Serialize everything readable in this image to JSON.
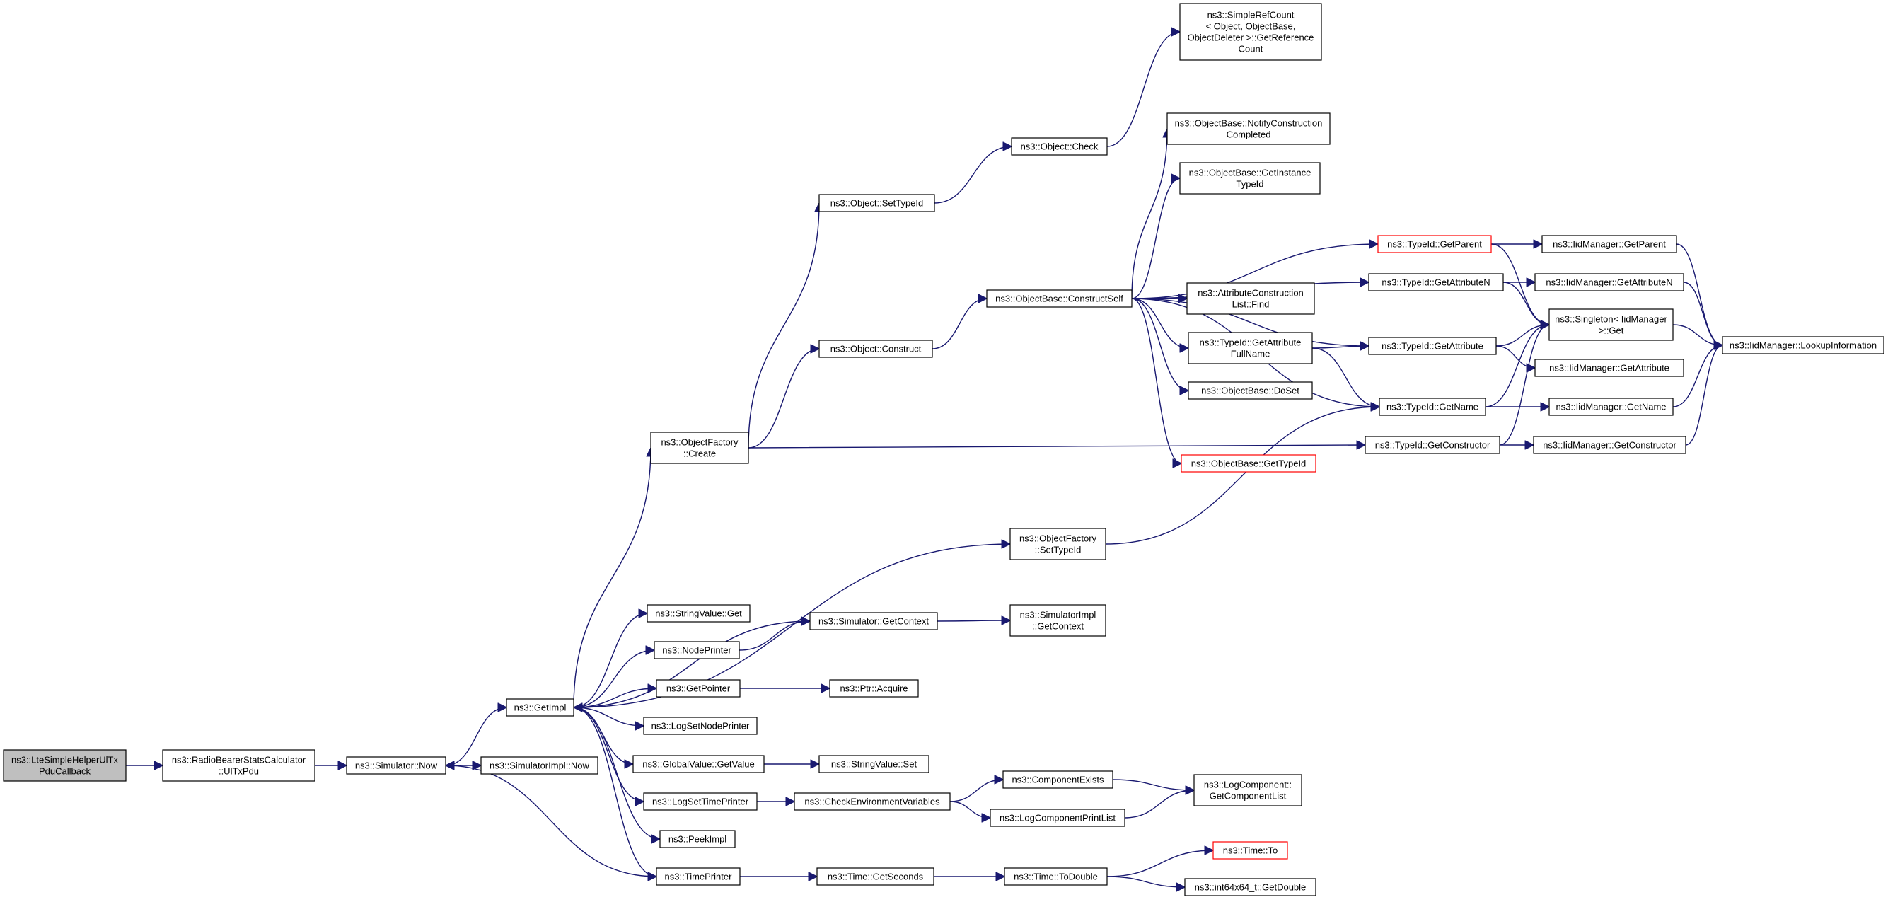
{
  "graph": {
    "colors": {
      "edge": "#191970",
      "root_fill": "#bfbfbf",
      "truncated_border": "#ff0000"
    },
    "nodes": {
      "root": {
        "lines": [
          "ns3::LteSimpleHelperUlTx",
          "PduCallback"
        ],
        "kind": "root"
      },
      "rbstats": {
        "lines": [
          "ns3::RadioBearerStatsCalculator",
          "::UlTxPdu"
        ]
      },
      "simnow": {
        "lines": [
          "ns3::Simulator::Now"
        ]
      },
      "simimplnow": {
        "lines": [
          "ns3::SimulatorImpl::Now"
        ]
      },
      "getimpl": {
        "lines": [
          "ns3::GetImpl"
        ]
      },
      "objfactcreate": {
        "lines": [
          "ns3::ObjectFactory",
          "::Create"
        ]
      },
      "objsettypeid": {
        "lines": [
          "ns3::Object::SetTypeId"
        ]
      },
      "objcheck": {
        "lines": [
          "ns3::Object::Check"
        ]
      },
      "simplerefcount": {
        "lines": [
          "ns3::SimpleRefCount",
          "< Object, ObjectBase,",
          "ObjectDeleter >::GetReference",
          "Count"
        ]
      },
      "objconstruct": {
        "lines": [
          "ns3::Object::Construct"
        ]
      },
      "constructself": {
        "lines": [
          "ns3::ObjectBase::ConstructSelf"
        ]
      },
      "notifyconst": {
        "lines": [
          "ns3::ObjectBase::NotifyConstruction",
          "Completed"
        ]
      },
      "getinstancetypeid": {
        "lines": [
          "ns3::ObjectBase::GetInstance",
          "TypeId"
        ]
      },
      "attrconstfind": {
        "lines": [
          "ns3::AttributeConstruction",
          "List::Find"
        ]
      },
      "getattrfullname": {
        "lines": [
          "ns3::TypeId::GetAttribute",
          "FullName"
        ]
      },
      "doset": {
        "lines": [
          "ns3::ObjectBase::DoSet"
        ]
      },
      "obgettypeid": {
        "lines": [
          "ns3::ObjectBase::GetTypeId"
        ],
        "kind": "truncated"
      },
      "tgetparent": {
        "lines": [
          "ns3::TypeId::GetParent"
        ],
        "kind": "truncated"
      },
      "tgetattrn": {
        "lines": [
          "ns3::TypeId::GetAttributeN"
        ]
      },
      "tgetattr": {
        "lines": [
          "ns3::TypeId::GetAttribute"
        ]
      },
      "tgetname": {
        "lines": [
          "ns3::TypeId::GetName"
        ]
      },
      "tgetconstructor": {
        "lines": [
          "ns3::TypeId::GetConstructor"
        ]
      },
      "iidgetparent": {
        "lines": [
          "ns3::IidManager::GetParent"
        ]
      },
      "iidgetattrn": {
        "lines": [
          "ns3::IidManager::GetAttributeN"
        ]
      },
      "singletonget": {
        "lines": [
          "ns3::Singleton< IidManager",
          ">::Get"
        ]
      },
      "iidgetattr": {
        "lines": [
          "ns3::IidManager::GetAttribute"
        ]
      },
      "iidgetname": {
        "lines": [
          "ns3::IidManager::GetName"
        ]
      },
      "iidgetconstructor": {
        "lines": [
          "ns3::IidManager::GetConstructor"
        ]
      },
      "lookupinfo": {
        "lines": [
          "ns3::IidManager::LookupInformation"
        ]
      },
      "objfactsettypeid": {
        "lines": [
          "ns3::ObjectFactory",
          "::SetTypeId"
        ]
      },
      "stringvalueget": {
        "lines": [
          "ns3::StringValue::Get"
        ]
      },
      "simgetcontext": {
        "lines": [
          "ns3::Simulator::GetContext"
        ]
      },
      "simimplgetcontext": {
        "lines": [
          "ns3::SimulatorImpl",
          "::GetContext"
        ]
      },
      "nodeprinter": {
        "lines": [
          "ns3::NodePrinter"
        ]
      },
      "getpointer": {
        "lines": [
          "ns3::GetPointer"
        ]
      },
      "ptracquire": {
        "lines": [
          "ns3::Ptr::Acquire"
        ]
      },
      "logsetnodeprinter": {
        "lines": [
          "ns3::LogSetNodePrinter"
        ]
      },
      "globalvalueget": {
        "lines": [
          "ns3::GlobalValue::GetValue"
        ]
      },
      "stringvalueset": {
        "lines": [
          "ns3::StringValue::Set"
        ]
      },
      "logsettimeprinter": {
        "lines": [
          "ns3::LogSetTimePrinter"
        ]
      },
      "checkenv": {
        "lines": [
          "ns3::CheckEnvironmentVariables"
        ]
      },
      "compexists": {
        "lines": [
          "ns3::ComponentExists"
        ]
      },
      "logcomplist": {
        "lines": [
          "ns3::LogComponent::",
          "GetComponentList"
        ]
      },
      "logcompprintlist": {
        "lines": [
          "ns3::LogComponentPrintList"
        ]
      },
      "peekimpl": {
        "lines": [
          "ns3::PeekImpl"
        ]
      },
      "timeprinter": {
        "lines": [
          "ns3::TimePrinter"
        ]
      },
      "timegetseconds": {
        "lines": [
          "ns3::Time::GetSeconds"
        ]
      },
      "timetodouble": {
        "lines": [
          "ns3::Time::ToDouble"
        ]
      },
      "timeto": {
        "lines": [
          "ns3::Time::To"
        ],
        "kind": "truncated"
      },
      "int64getdouble": {
        "lines": [
          "ns3::int64x64_t::GetDouble"
        ]
      }
    },
    "edges": [
      [
        "root",
        "rbstats"
      ],
      [
        "rbstats",
        "simnow"
      ],
      [
        "simnow",
        "getimpl"
      ],
      [
        "simnow",
        "simimplnow"
      ],
      [
        "getimpl",
        "objfactcreate"
      ],
      [
        "getimpl",
        "objfactsettypeid"
      ],
      [
        "getimpl",
        "stringvalueget"
      ],
      [
        "getimpl",
        "nodeprinter"
      ],
      [
        "getimpl",
        "getpointer"
      ],
      [
        "getimpl",
        "logsetnodeprinter"
      ],
      [
        "getimpl",
        "globalvalueget"
      ],
      [
        "getimpl",
        "logsettimeprinter"
      ],
      [
        "getimpl",
        "peekimpl"
      ],
      [
        "getimpl",
        "timeprinter"
      ],
      [
        "simgetcontext",
        "getimpl"
      ],
      [
        "objfactcreate",
        "objsettypeid"
      ],
      [
        "objfactcreate",
        "objconstruct"
      ],
      [
        "objfactcreate",
        "tgetconstructor"
      ],
      [
        "objsettypeid",
        "objcheck"
      ],
      [
        "objcheck",
        "simplerefcount"
      ],
      [
        "objconstruct",
        "constructself"
      ],
      [
        "constructself",
        "notifyconst"
      ],
      [
        "constructself",
        "getinstancetypeid"
      ],
      [
        "constructself",
        "attrconstfind"
      ],
      [
        "constructself",
        "getattrfullname"
      ],
      [
        "constructself",
        "doset"
      ],
      [
        "constructself",
        "obgettypeid"
      ],
      [
        "constructself",
        "tgetparent"
      ],
      [
        "constructself",
        "tgetattrn"
      ],
      [
        "constructself",
        "tgetattr"
      ],
      [
        "constructself",
        "tgetname"
      ],
      [
        "getattrfullname",
        "tgetattr"
      ],
      [
        "getattrfullname",
        "tgetname"
      ],
      [
        "tgetparent",
        "iidgetparent"
      ],
      [
        "tgetparent",
        "singletonget"
      ],
      [
        "tgetattrn",
        "iidgetattrn"
      ],
      [
        "tgetattrn",
        "singletonget"
      ],
      [
        "tgetattr",
        "singletonget"
      ],
      [
        "tgetattr",
        "iidgetattr"
      ],
      [
        "tgetname",
        "singletonget"
      ],
      [
        "tgetname",
        "iidgetname"
      ],
      [
        "tgetconstructor",
        "singletonget"
      ],
      [
        "tgetconstructor",
        "iidgetconstructor"
      ],
      [
        "iidgetparent",
        "lookupinfo"
      ],
      [
        "iidgetattrn",
        "lookupinfo"
      ],
      [
        "iidgetname",
        "lookupinfo"
      ],
      [
        "iidgetconstructor",
        "lookupinfo"
      ],
      [
        "singletonget",
        "lookupinfo"
      ],
      [
        "objfactsettypeid",
        "tgetname"
      ],
      [
        "nodeprinter",
        "simgetcontext"
      ],
      [
        "simgetcontext",
        "simimplgetcontext"
      ],
      [
        "getpointer",
        "ptracquire"
      ],
      [
        "globalvalueget",
        "stringvalueset"
      ],
      [
        "logsettimeprinter",
        "checkenv"
      ],
      [
        "checkenv",
        "compexists"
      ],
      [
        "checkenv",
        "logcompprintlist"
      ],
      [
        "compexists",
        "logcomplist"
      ],
      [
        "logcompprintlist",
        "logcomplist"
      ],
      [
        "timeprinter",
        "simnow"
      ],
      [
        "timeprinter",
        "timegetseconds"
      ],
      [
        "timegetseconds",
        "timetodouble"
      ],
      [
        "timetodouble",
        "timeto"
      ],
      [
        "timetodouble",
        "int64getdouble"
      ]
    ]
  }
}
